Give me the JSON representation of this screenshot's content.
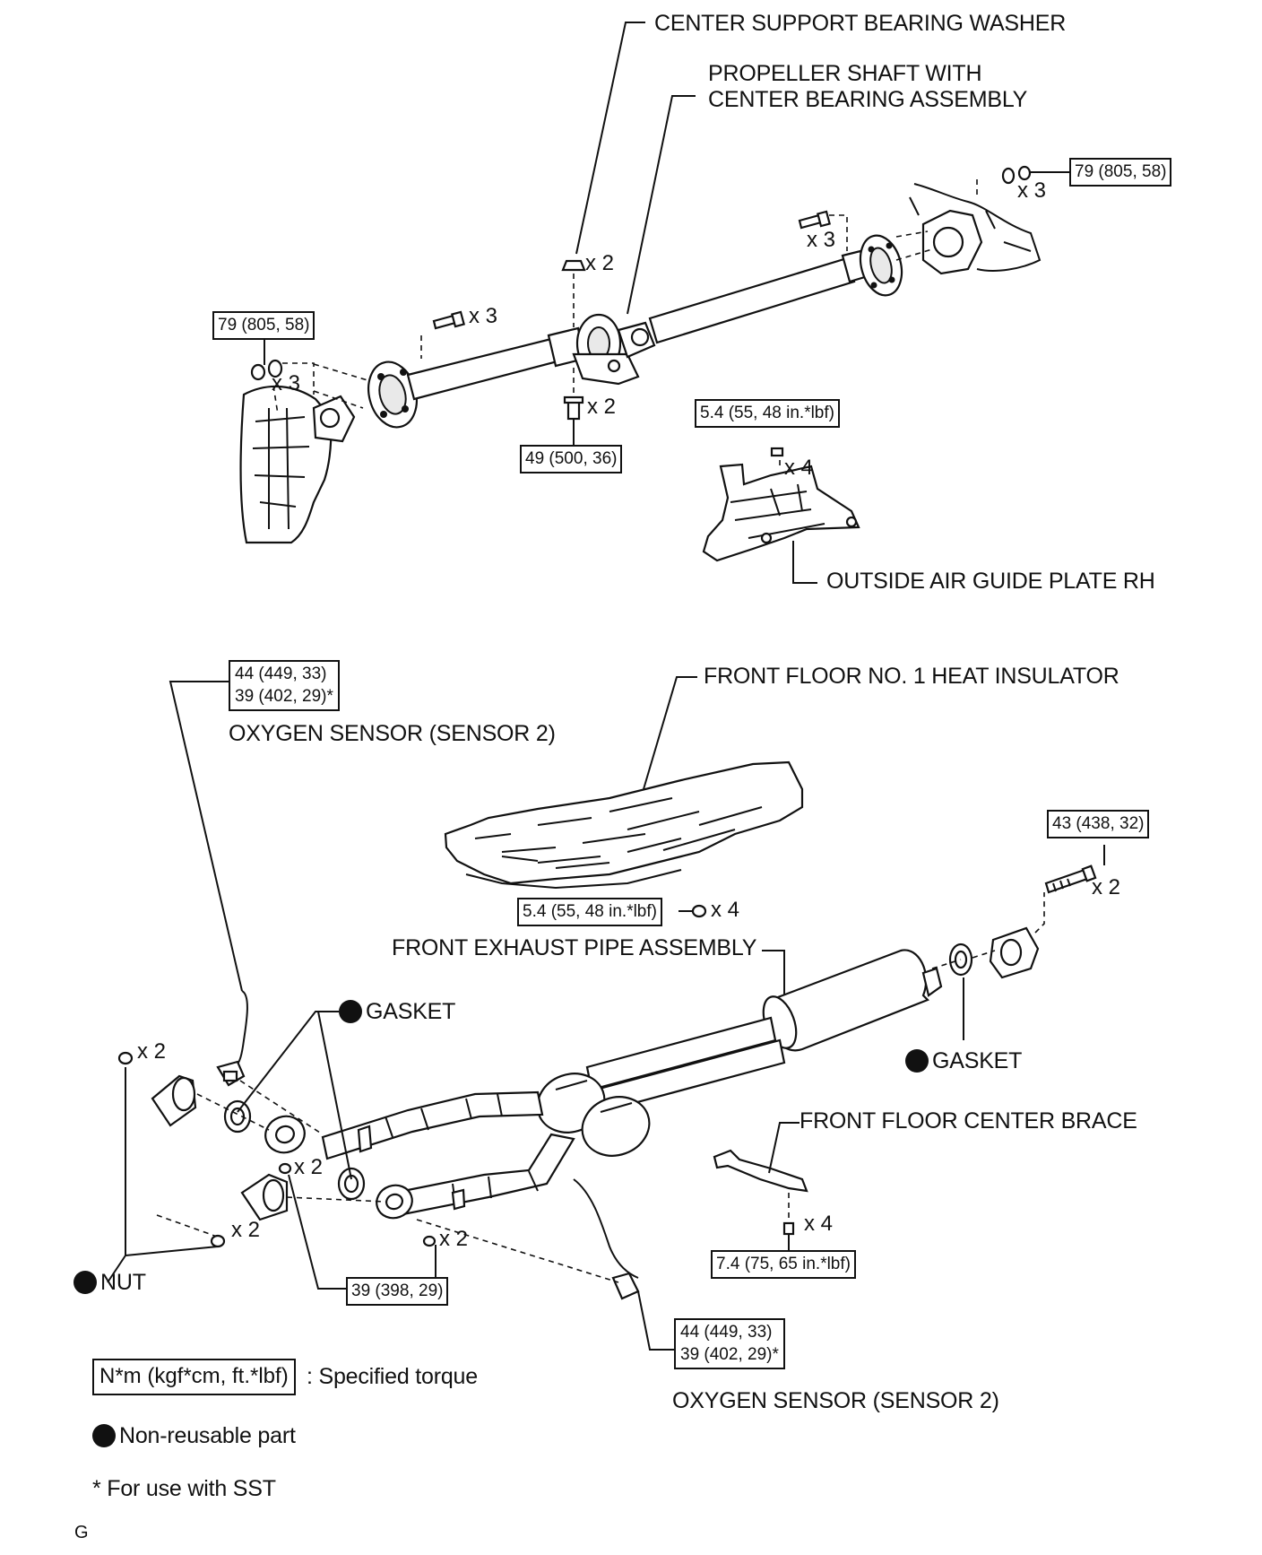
{
  "labels": {
    "center_support_bearing_washer": "CENTER SUPPORT BEARING WASHER",
    "propeller_shaft_line1": "PROPELLER SHAFT WITH",
    "propeller_shaft_line2": "CENTER BEARING ASSEMBLY",
    "outside_air_guide_plate": "OUTSIDE AIR GUIDE PLATE RH",
    "front_floor_heat_insulator": "FRONT FLOOR NO. 1 HEAT INSULATOR",
    "oxygen_sensor_top": "OXYGEN SENSOR (SENSOR 2)",
    "front_exhaust_pipe": "FRONT EXHAUST PIPE ASSEMBLY",
    "gasket_left": "GASKET",
    "gasket_right": "GASKET",
    "front_floor_center_brace": "FRONT FLOOR CENTER BRACE",
    "nut": "NUT",
    "oxygen_sensor_bottom": "OXYGEN SENSOR (SENSOR 2)"
  },
  "quantities": {
    "washer_x2": "x 2",
    "rear_bolt_x3": "x 3",
    "rear_nut_x3": "x 3",
    "front_bolt_x3": "x 3",
    "front_nut_x3": "x 3",
    "center_bolt_x2": "x 2",
    "guide_plate_x4": "x 4",
    "insulator_x4": "x 4",
    "muffler_bolt_x2": "x 2",
    "flange_nut_top_x2": "x 2",
    "stud_x2": "x 2",
    "flange_nut_bottom_x2": "x 2",
    "pipe_bolt_x2": "x 2",
    "brace_x4": "x 4"
  },
  "torques": {
    "rear_flange": "79 (805, 58)",
    "front_flange": "79 (805, 58)",
    "center_bearing": "49 (500, 36)",
    "guide_plate": "5.4 (55, 48 in.*lbf)",
    "o2_top_line1": "44 (449, 33)",
    "o2_top_line2": "39 (402, 29)*",
    "insulator": "5.4 (55, 48 in.*lbf)",
    "muffler": "43 (438, 32)",
    "brace": "7.4 (75, 65 in.*lbf)",
    "exhaust_front": "39 (398, 29)",
    "o2_bottom_line1": "44 (449, 33)",
    "o2_bottom_line2": "39 (402, 29)*"
  },
  "legend": {
    "torque_unit": "N*m (kgf*cm, ft.*lbf)",
    "torque_desc": ": Specified torque",
    "non_reusable": "Non-reusable part",
    "sst_note": "* For use with SST",
    "page_code": "G"
  }
}
